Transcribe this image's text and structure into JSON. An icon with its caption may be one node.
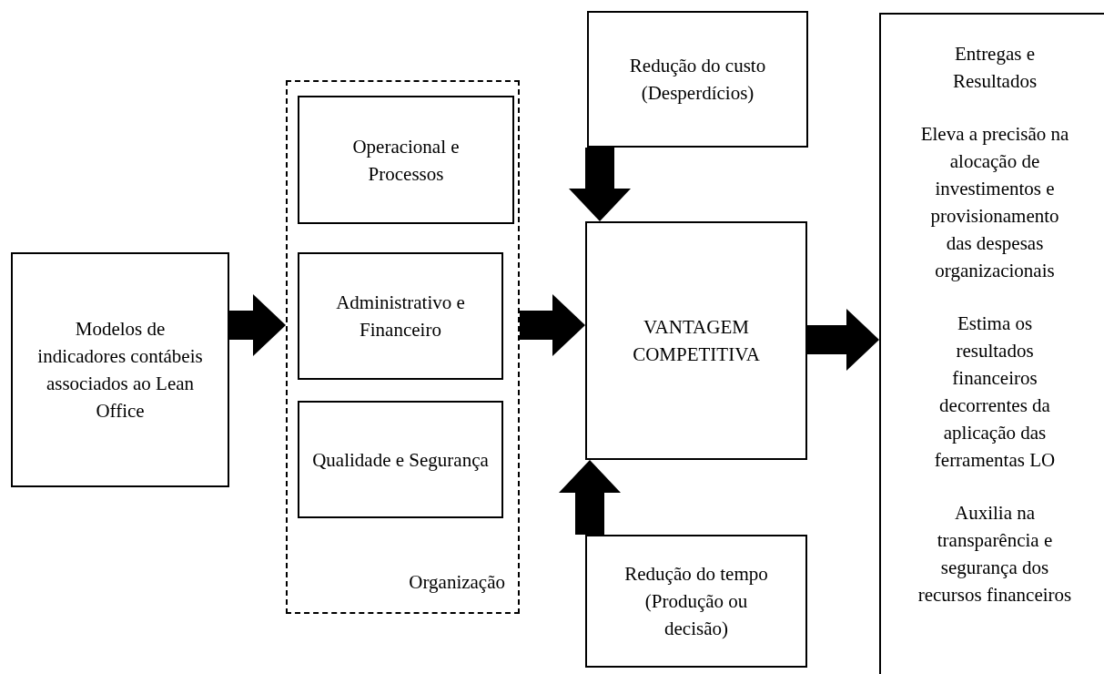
{
  "diagram": {
    "nodes": [
      {
        "text": [
          "Modelos de indicadores contábeis associados ao Lean Office"
        ]
      },
      {
        "text": [
          "Organização"
        ]
      },
      {
        "text": [
          "Operacional e Processos"
        ],
        "in": 1
      },
      {
        "text": [
          "Administrativo e Financeiro"
        ],
        "in": 1
      },
      {
        "text": [
          "Qualidade e Segurança"
        ],
        "in": 1
      },
      {
        "text": [
          "Redução do custo (Desperdícios)"
        ]
      },
      {
        "text": [
          "VANTAGEM COMPETITIVA"
        ]
      },
      {
        "text": [
          "Redução do tempo (Produção ou decisão)"
        ]
      },
      {
        "text": [
          "Entregas e Resultados",
          "Eleva a precisão na alocação de investimentos e provisionamento das despesas organizacionais",
          "Estima os resultados financeiros decorrentes da aplicação das ferramentas LO",
          "Auxilia na transparência e segurança dos recursos financeiros"
        ]
      }
    ],
    "edges": [
      {
        "from": 0,
        "to": 1,
        "arrow": "to"
      },
      {
        "from": 1,
        "to": 6,
        "arrow": "to"
      },
      {
        "from": 5,
        "to": 6,
        "arrow": "to"
      },
      {
        "from": 7,
        "to": 6,
        "arrow": "to"
      },
      {
        "from": 6,
        "to": 8,
        "arrow": "to"
      }
    ]
  }
}
